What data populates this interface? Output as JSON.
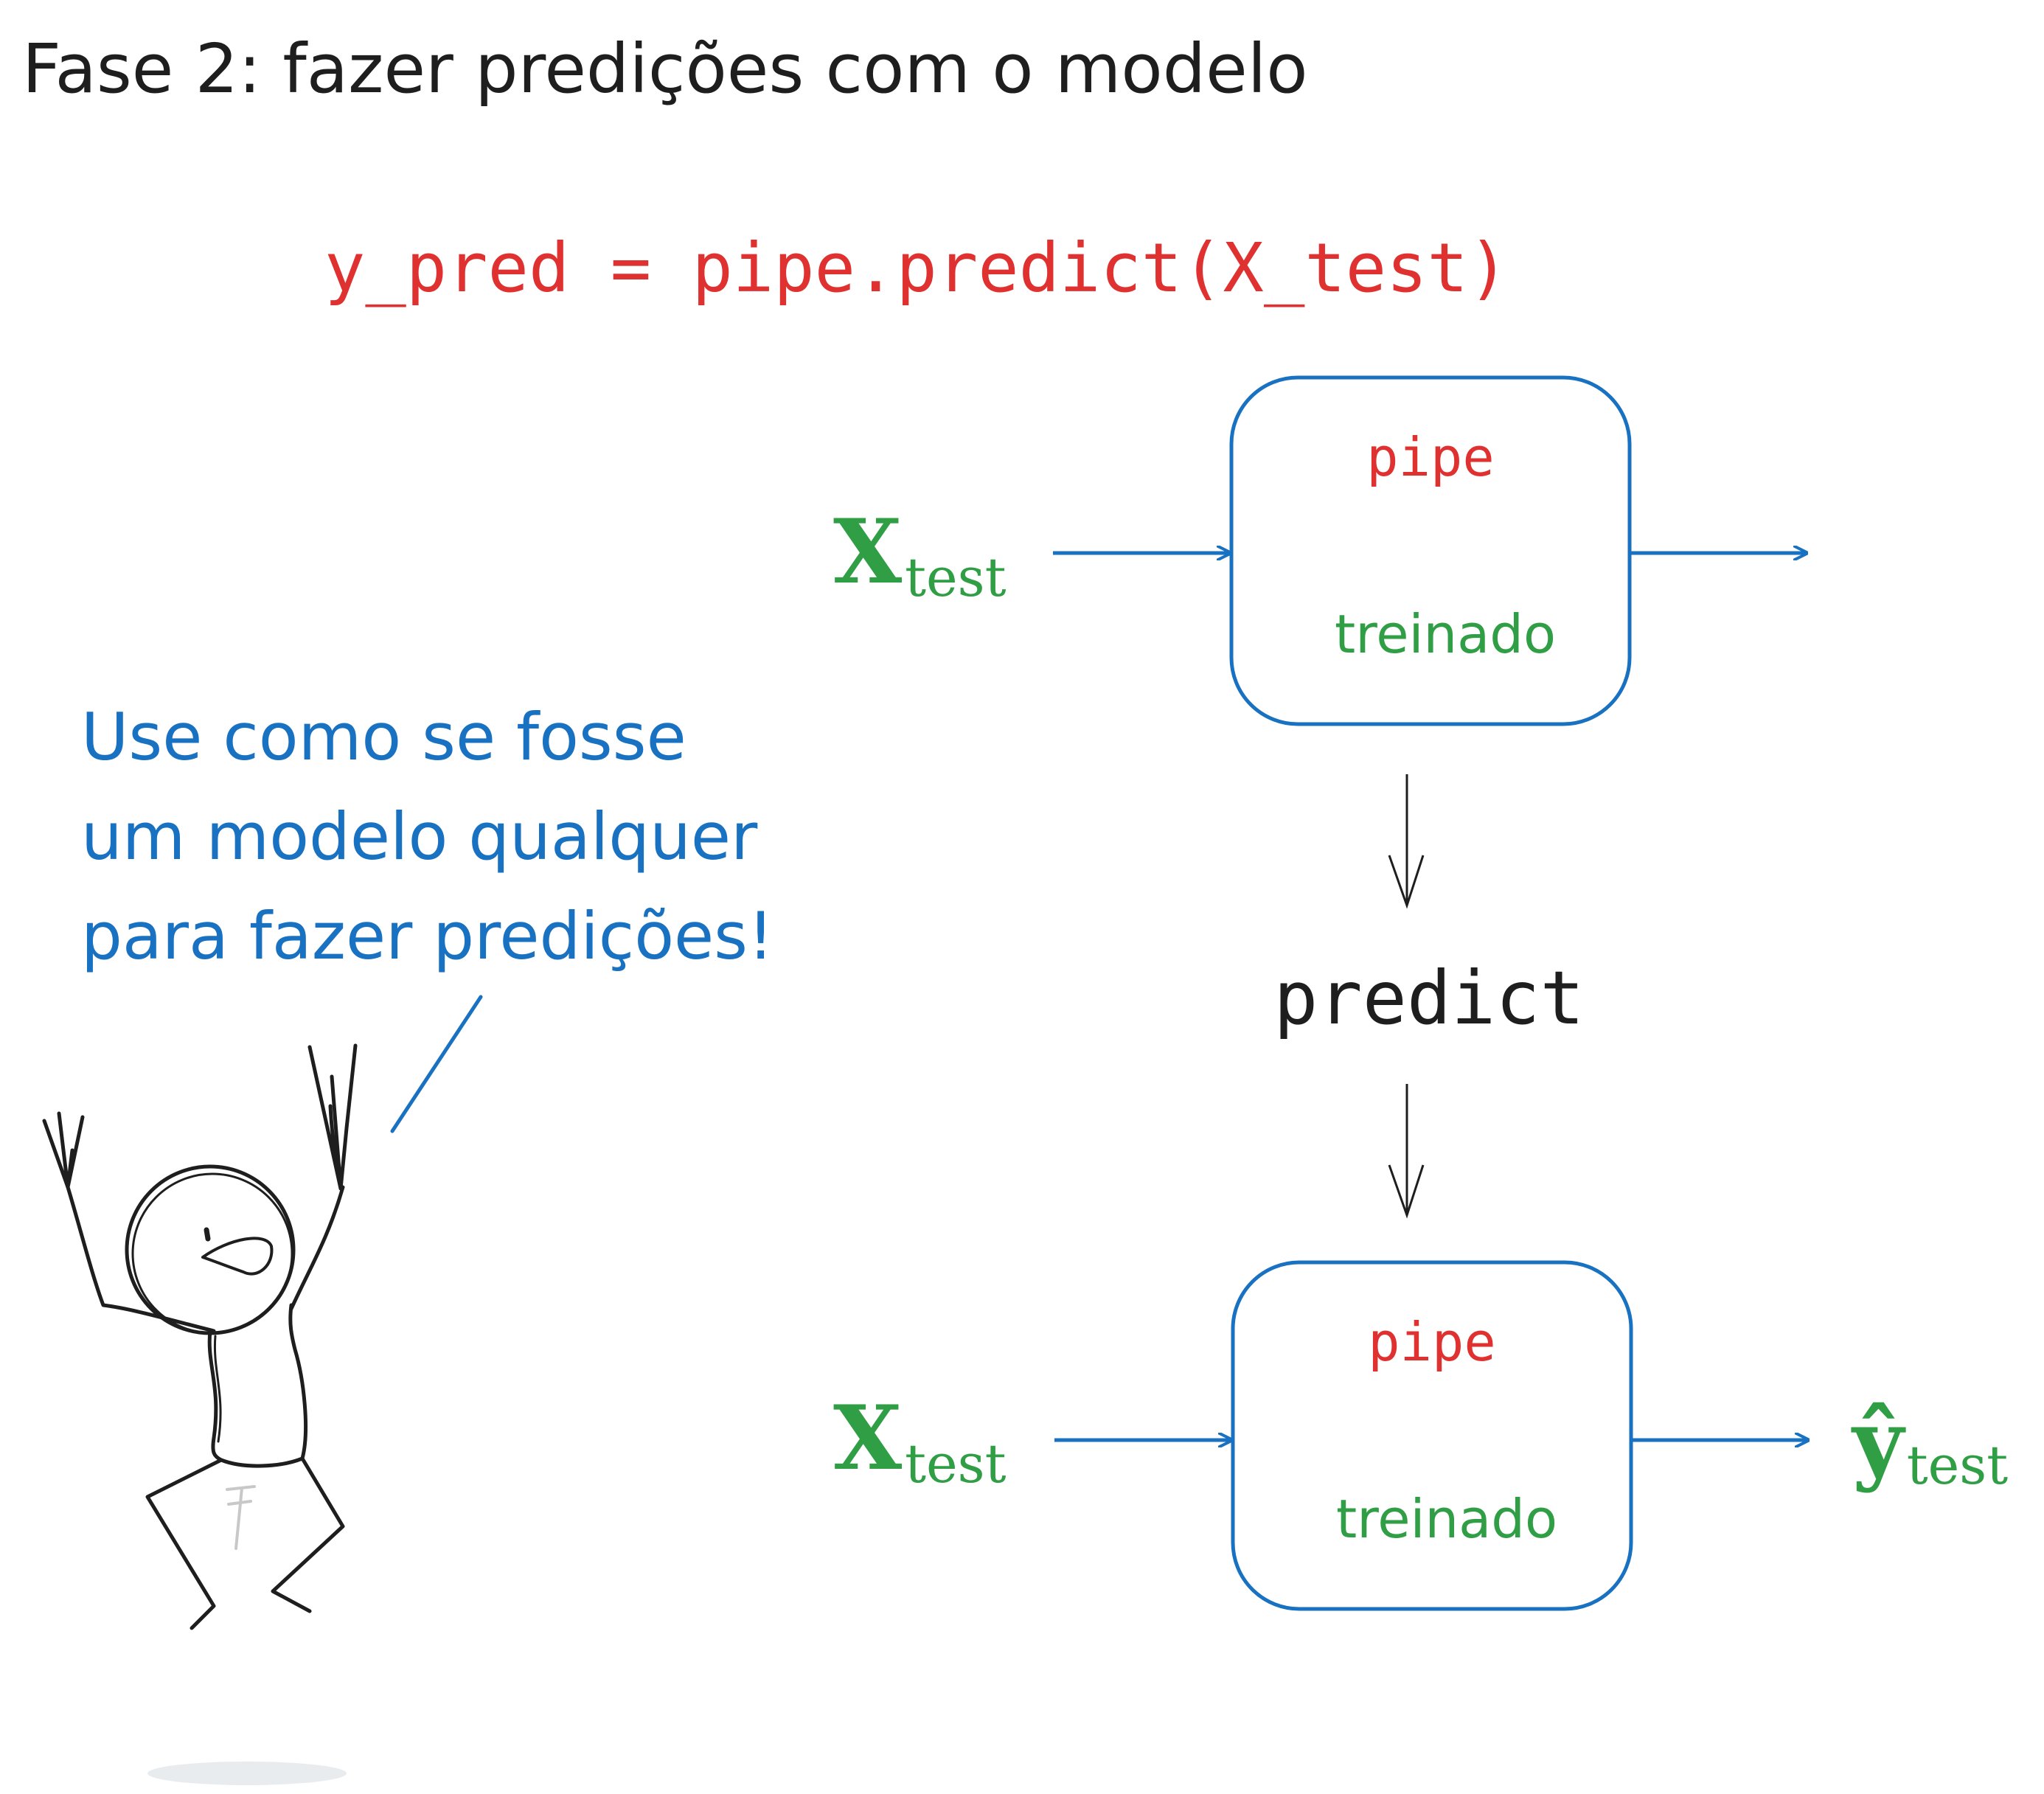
{
  "title": "Fase 2: fazer predições com o modelo",
  "code_line": "y_pred = pipe.predict(X_test)",
  "speech_bubble": {
    "lines": [
      "Use como se fosse",
      "um modelo qualquer",
      "para fazer predições!"
    ]
  },
  "top_box": {
    "name": "pipe",
    "state": "treinado"
  },
  "bottom_box": {
    "name": "pipe",
    "state": "treinado"
  },
  "method_label": "predict",
  "input_top": {
    "symbol": "X",
    "subscript": "test"
  },
  "input_bottom": {
    "symbol": "X",
    "subscript": "test"
  },
  "output_bottom": {
    "symbol": "ŷ",
    "subscript": "test"
  },
  "colors": {
    "text": "#1e1e1e",
    "red": "#e03131",
    "green": "#2f9e44",
    "blue": "#1971c2",
    "shadow": "#e9ecef"
  }
}
